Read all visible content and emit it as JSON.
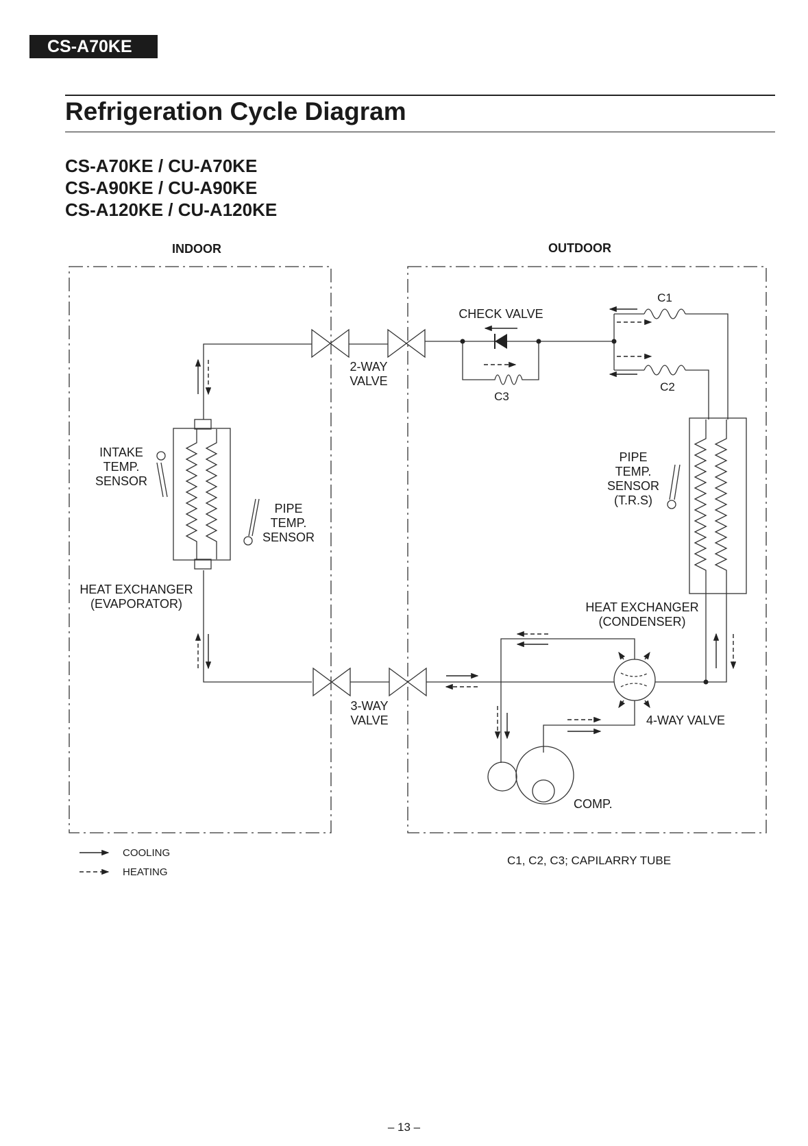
{
  "header": {
    "model_tag": "CS-A70KE"
  },
  "title": "Refrigeration Cycle Diagram",
  "models": [
    "CS-A70KE / CU-A70KE",
    "CS-A90KE / CU-A90KE",
    "CS-A120KE / CU-A120KE"
  ],
  "diagram": {
    "indoor_label": "INDOOR",
    "outdoor_label": "OUTDOOR",
    "two_way_valve": [
      "2-WAY",
      "VALVE"
    ],
    "three_way_valve": [
      "3-WAY",
      "VALVE"
    ],
    "check_valve": "CHECK VALVE",
    "c1": "C1",
    "c2": "C2",
    "c3": "C3",
    "intake_sensor": [
      "INTAKE",
      "TEMP.",
      "SENSOR"
    ],
    "indoor_pipe_sensor": [
      "PIPE",
      "TEMP.",
      "SENSOR"
    ],
    "outdoor_pipe_sensor": [
      "PIPE",
      "TEMP.",
      "SENSOR",
      "(T.R.S)"
    ],
    "evaporator": [
      "HEAT EXCHANGER",
      "(EVAPORATOR)"
    ],
    "condenser": [
      "HEAT EXCHANGER",
      "(CONDENSER)"
    ],
    "four_way_valve": "4-WAY VALVE",
    "compressor": "COMP."
  },
  "legend": {
    "cooling": "COOLING",
    "heating": "HEATING",
    "capillary_note": "C1, C2, C3; CAPILARRY TUBE"
  },
  "footer": {
    "page_number": "– 13 –"
  }
}
